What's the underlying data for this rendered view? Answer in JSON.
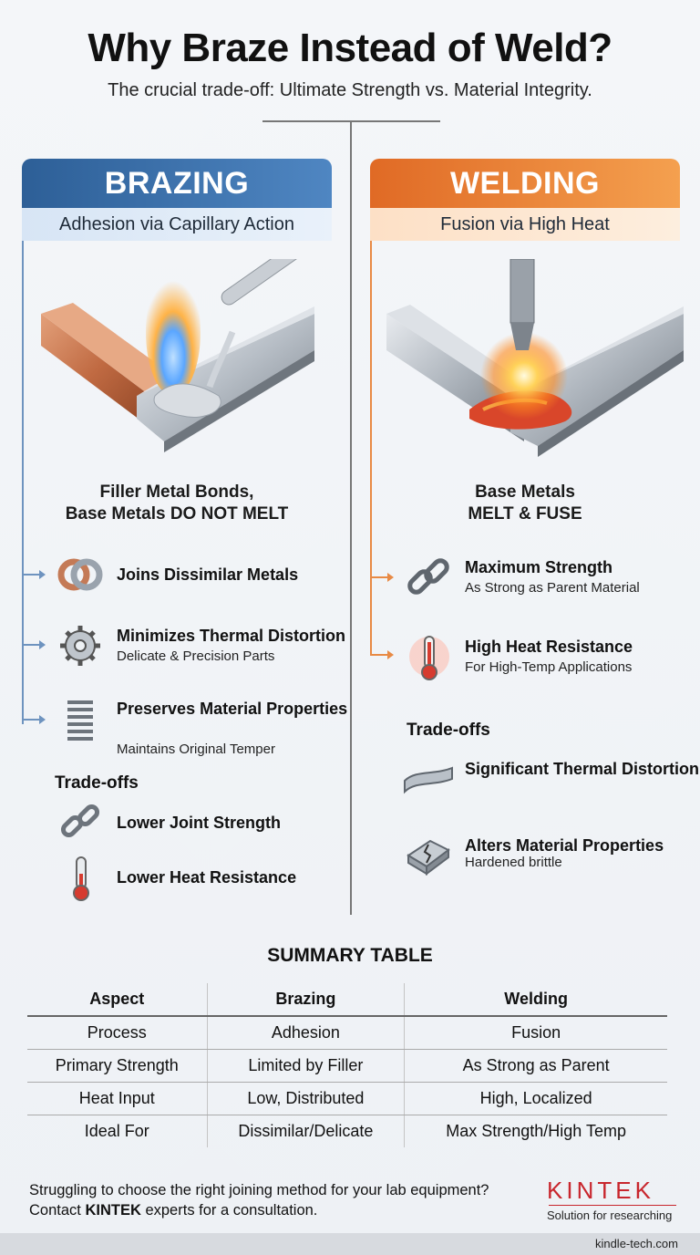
{
  "header": {
    "title": "Why Braze Instead of Weld?",
    "subtitle": "The crucial trade-off: Ultimate Strength vs. Material Integrity."
  },
  "brazing": {
    "title": "BRAZING",
    "subtitle": "Adhesion via Capillary Action",
    "caption_line1": "Filler Metal Bonds,",
    "caption_line2": "Base Metals DO NOT MELT",
    "features": [
      {
        "title": "Joins Dissimilar Metals",
        "desc": ""
      },
      {
        "title": "Minimizes Thermal Distortion",
        "desc": "Delicate & Precision Parts"
      },
      {
        "title": "Preserves Material Properties",
        "desc": "Maintains Original Temper"
      }
    ],
    "tradeoffs_heading": "Trade-offs",
    "tradeoffs": [
      {
        "title": "Lower Joint Strength"
      },
      {
        "title": "Lower Heat Resistance"
      }
    ]
  },
  "welding": {
    "title": "WELDING",
    "subtitle": "Fusion via High Heat",
    "caption_line1": "Base Metals",
    "caption_line2": "MELT & FUSE",
    "features": [
      {
        "title": "Maximum Strength",
        "desc": "As Strong as Parent Material"
      },
      {
        "title": "High Heat Resistance",
        "desc": "For High-Temp Applications"
      }
    ],
    "tradeoffs_heading": "Trade-offs",
    "tradeoffs": [
      {
        "title": "Significant Thermal Distortion",
        "desc": ""
      },
      {
        "title": "Alters Material Properties",
        "desc": "Hardened brittle"
      }
    ]
  },
  "summary": {
    "heading": "SUMMARY TABLE",
    "columns": [
      "Aspect",
      "Brazing",
      "Welding"
    ],
    "rows": [
      [
        "Process",
        "Adhesion",
        "Fusion"
      ],
      [
        "Primary Strength",
        "Limited by Filler",
        "As Strong as Parent"
      ],
      [
        "Heat Input",
        "Low, Distributed",
        "High, Localized"
      ],
      [
        "Ideal For",
        "Dissimilar/Delicate",
        "Max Strength/High Temp"
      ]
    ]
  },
  "footer": {
    "line1": "Struggling to choose the right joining method for your lab equipment?",
    "line2_pre": "Contact ",
    "line2_brand": "KINTEK",
    "line2_post": " experts for a consultation.",
    "brand": "KINTEK",
    "tagline": "Solution for researching",
    "url": "kindle-tech.com"
  },
  "colors": {
    "brazing_accent": "#3a6eaa",
    "welding_accent": "#ea7a32",
    "brand_red": "#c8262d"
  }
}
